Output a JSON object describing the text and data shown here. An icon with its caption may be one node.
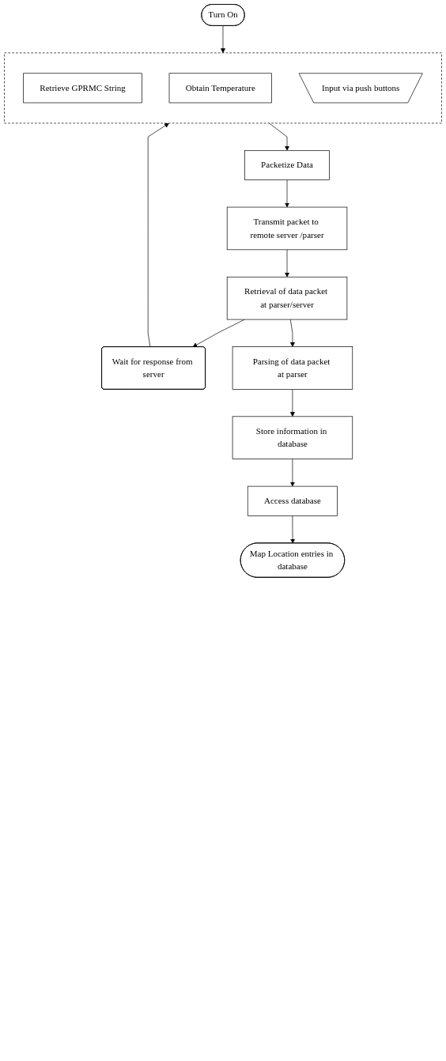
{
  "diagram": {
    "nodes": [
      {
        "text": [
          "Turn On"
        ]
      },
      {
        "text": [],
        "shape": "box"
      },
      {
        "text": [
          "Retrieve GPRMC String"
        ],
        "in": 1
      },
      {
        "text": [
          "Obtain Temperature"
        ],
        "in": 1
      },
      {
        "text": [
          "Input via push buttons"
        ],
        "in": 1
      },
      {
        "text": [
          "Packetize Data"
        ]
      },
      {
        "text": [
          "Transmit packet to remote server /parser"
        ]
      },
      {
        "text": [
          "Wait for response from server"
        ]
      },
      {
        "text": [
          "Retrieval of data packet at parser/server"
        ]
      },
      {
        "text": [
          "Parsing of data packet at parser"
        ]
      },
      {
        "text": [
          "Store information in database"
        ]
      },
      {
        "text": [
          "Access database"
        ]
      },
      {
        "text": [
          "Map Location entries in database"
        ]
      }
    ],
    "edges": [
      {
        "from": 0,
        "to": 1,
        "arrow": "to"
      },
      {
        "from": 1,
        "to": 5,
        "arrow": "to"
      },
      {
        "from": 5,
        "to": 6,
        "arrow": "to"
      },
      {
        "from": 6,
        "to": 8,
        "arrow": "to"
      },
      {
        "from": 8,
        "to": 7,
        "arrow": "to"
      },
      {
        "from": 7,
        "to": 1,
        "arrow": "to"
      },
      {
        "from": 8,
        "to": 9,
        "arrow": "to"
      },
      {
        "from": 9,
        "to": 10,
        "arrow": "to"
      },
      {
        "from": 10,
        "to": 11,
        "arrow": "to"
      },
      {
        "from": 11,
        "to": 12,
        "arrow": "to"
      }
    ]
  }
}
